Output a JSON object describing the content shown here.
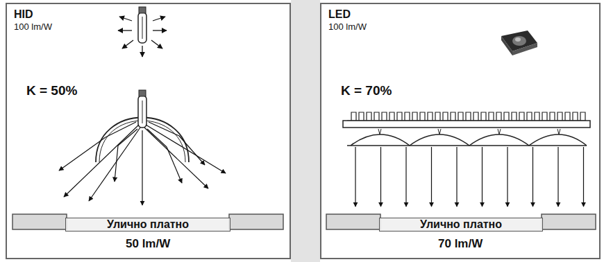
{
  "diagram": {
    "nodes": [
      {
        "text": [
          "HID",
          "100 lm/W",
          "K = 50%",
          "50 lm/W"
        ]
      },
      {
        "text": [
          "Улично платно"
        ],
        "in": 0
      },
      {
        "text": [
          "LED",
          "100 lm/W",
          "K = 70%",
          "70 lm/W"
        ]
      },
      {
        "text": [
          "Улично платно"
        ],
        "in": 2
      }
    ]
  }
}
